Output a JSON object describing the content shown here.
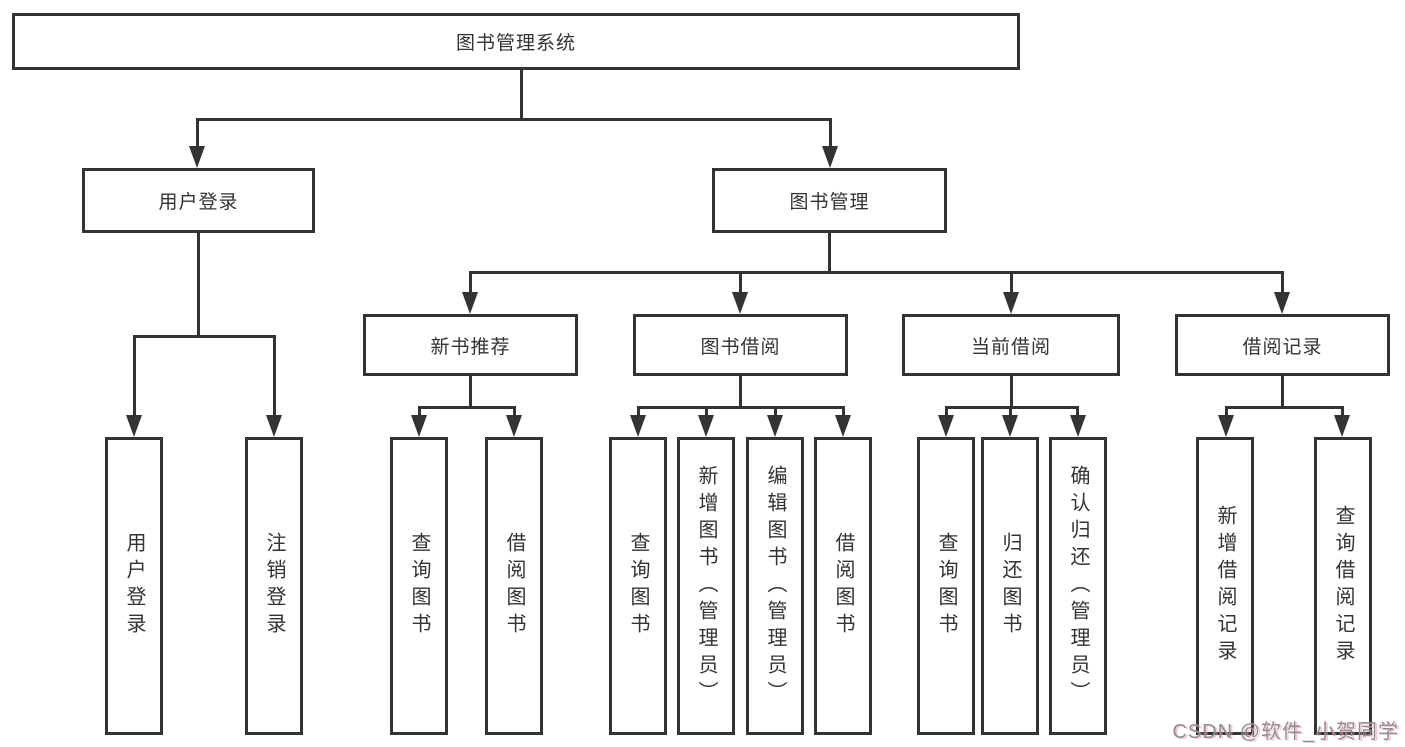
{
  "diagram": {
    "title": "图书管理系统",
    "branches": {
      "user_login": {
        "label": "用户登录",
        "children": [
          {
            "label": "用户登录"
          },
          {
            "label": "注销登录"
          }
        ]
      },
      "book_mgmt": {
        "label": "图书管理",
        "sections": [
          {
            "label": "新书推荐",
            "children": [
              {
                "label": "查询图书"
              },
              {
                "label": "借阅图书"
              }
            ]
          },
          {
            "label": "图书借阅",
            "children": [
              {
                "label": "查询图书"
              },
              {
                "label": "新增图书（管理员）"
              },
              {
                "label": "编辑图书（管理员）"
              },
              {
                "label": "借阅图书"
              }
            ]
          },
          {
            "label": "当前借阅",
            "children": [
              {
                "label": "查询图书"
              },
              {
                "label": "归还图书"
              },
              {
                "label": "确认归还（管理员）"
              }
            ]
          },
          {
            "label": "借阅记录",
            "children": [
              {
                "label": "新增借阅记录"
              },
              {
                "label": "查询借阅记录"
              }
            ]
          }
        ]
      }
    }
  },
  "watermark": "CSDN @软件_小贺同学",
  "colors": {
    "line": "#333333",
    "text": "#333333",
    "background": "#ffffff",
    "watermark_gray": "#8f8f93",
    "watermark_pink": "#ee96af"
  }
}
